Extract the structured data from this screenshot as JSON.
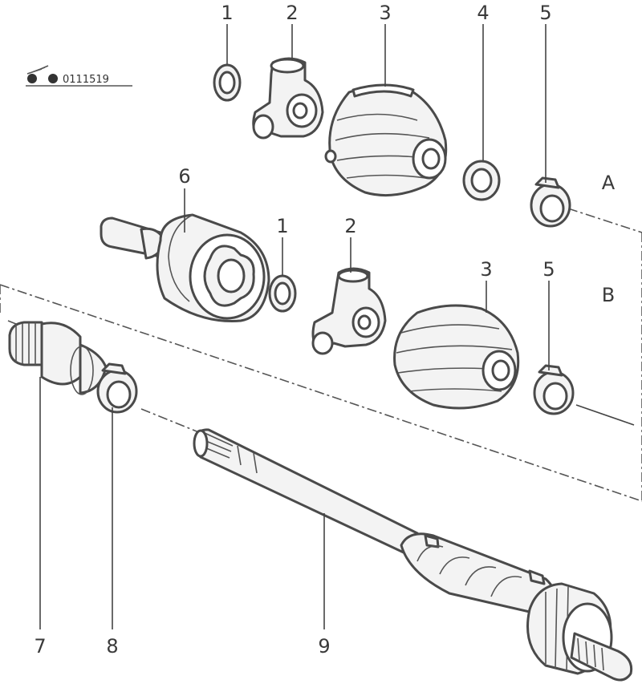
{
  "diagram": {
    "drawing_code": "0111519",
    "callouts": {
      "c1a": "1",
      "c2a": "2",
      "c3a": "3",
      "c4": "4",
      "c5a": "5",
      "c6": "6",
      "c1b": "1",
      "c2b": "2",
      "c3b": "3",
      "c5b": "5",
      "c7": "7",
      "c8": "8",
      "c9": "9"
    },
    "variant_labels": {
      "a": "A",
      "b": "B"
    }
  }
}
